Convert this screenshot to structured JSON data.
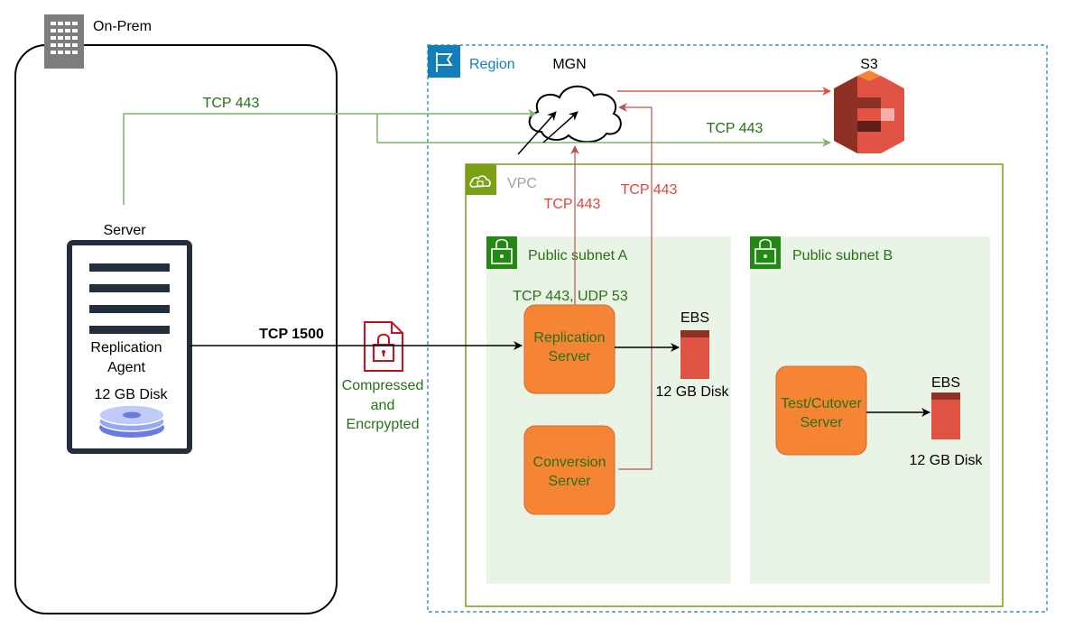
{
  "onprem": {
    "label": "On-Prem"
  },
  "server": {
    "label": "Server",
    "agent_line1": "Replication",
    "agent_line2": "Agent",
    "disk_label": "12 GB Disk"
  },
  "region": {
    "label": "Region"
  },
  "mgn": {
    "label": "MGN"
  },
  "s3": {
    "label": "S3"
  },
  "vpc": {
    "label": "VPC"
  },
  "subnet_a": {
    "label": "Public subnet A"
  },
  "subnet_b": {
    "label": "Public subnet B"
  },
  "replication_server": {
    "line1": "Replication",
    "line2": "Server"
  },
  "conversion_server": {
    "line1": "Conversion",
    "line2": "Server"
  },
  "cutover_server": {
    "line1": "Test/Cutover",
    "line2": "Server"
  },
  "ebs_a": {
    "label": "EBS",
    "disk": "12 GB Disk"
  },
  "ebs_b": {
    "label": "EBS",
    "disk": "12 GB Disk"
  },
  "encryption": {
    "line1": "Compressed",
    "line2": "and",
    "line3": "Encrpypted"
  },
  "connections": {
    "onprem_to_mgn": "TCP 443",
    "onprem_to_s3": "TCP 443",
    "replication_to_mgn": "TCP 443",
    "conversion_to_mgn": "TCP 443",
    "replication_ports": "TCP 443, UDP 53",
    "agent_to_replication": "TCP 1500"
  },
  "colors": {
    "green": "#7AA116",
    "green_text": "#277116",
    "red": "#E05243",
    "red_text": "#E0453A",
    "orange": "#F58534",
    "region_blue": "#147EBA",
    "subnet_fill": "#E9F3E6",
    "vpc_green": "#7AA116"
  }
}
